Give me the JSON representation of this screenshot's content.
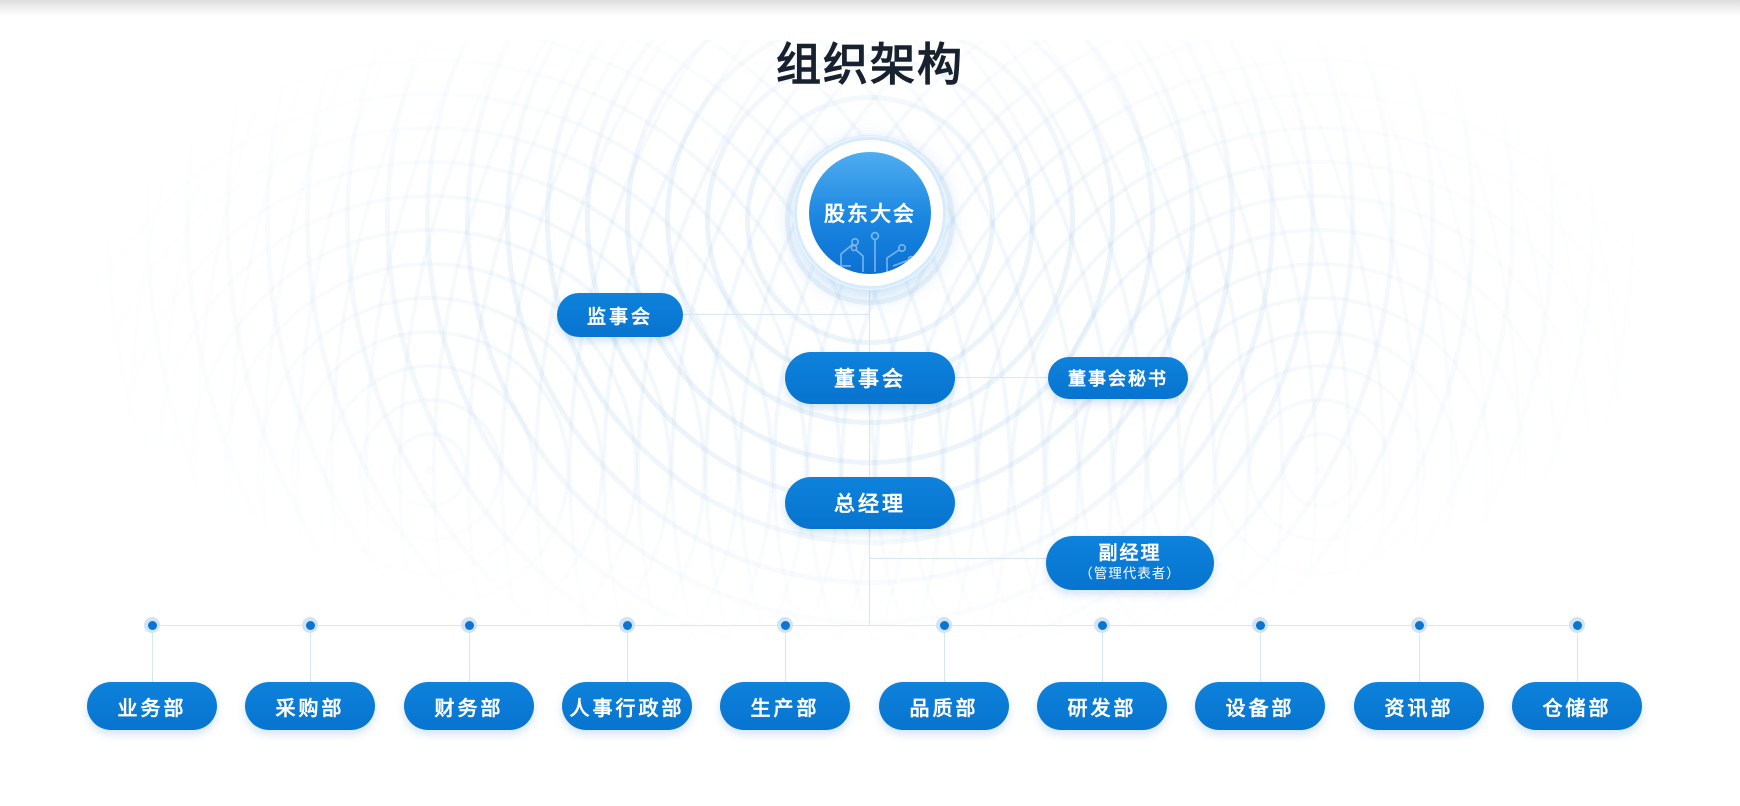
{
  "title": "组织架构",
  "nodes": {
    "root": "股东大会",
    "supervisory_board": "监事会",
    "board_of_directors": "董事会",
    "board_secretary": "董事会秘书",
    "general_manager": "总经理",
    "deputy_manager": "副经理",
    "deputy_manager_note": "（管理代表者）",
    "departments": [
      "业务部",
      "采购部",
      "财务部",
      "人事行政部",
      "生产部",
      "品质部",
      "研发部",
      "设备部",
      "资讯部",
      "仓储部"
    ]
  },
  "colors": {
    "node_blue": "#0878d4",
    "circle_gradient_top": "#4fadf0",
    "circle_gradient_bottom": "#0b70d3",
    "halo_ring": "#d7ebfc",
    "connector_line": "#d7e6f4",
    "dot_fill": "#0d74d2",
    "dot_halo": "#cfe4f7",
    "title_text": "#18212e",
    "ripple": "#e4eef9",
    "text_on_node": "#ffffff"
  },
  "layout_hints": {
    "diagram_type": "org-chart",
    "department_count": 10
  }
}
